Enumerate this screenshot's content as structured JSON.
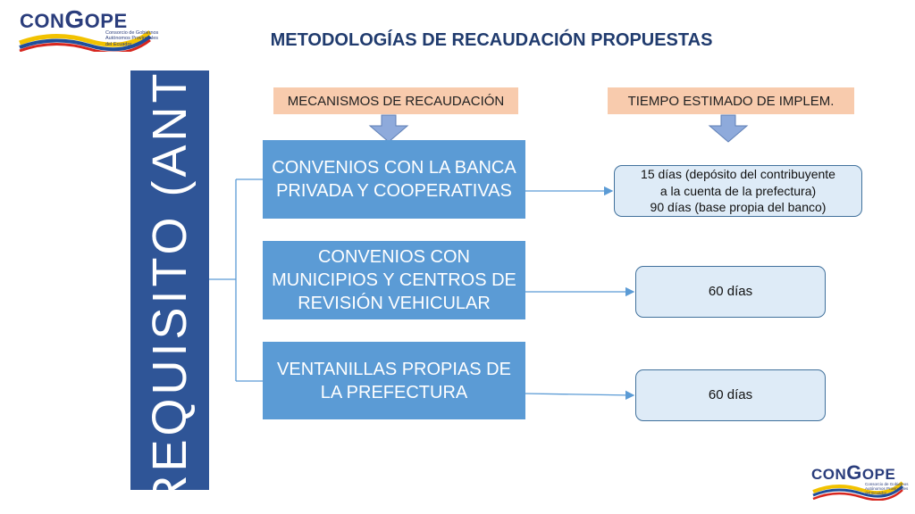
{
  "logo": {
    "name_left": "CON",
    "name_mid": "G",
    "name_right": "OPE",
    "subtitle_lines": [
      "Consorcio de Gobiernos",
      "Autónomos Provinciales",
      "del Ecuador"
    ]
  },
  "title": "METODOLOGÍAS DE RECAUDACIÓN PROPUESTAS",
  "side_label": "REQUISITO (ANT)",
  "headers": {
    "mechanisms": "MECANISMOS DE RECAUDACIÓN",
    "time": "TIEMPO ESTIMADO DE IMPLEM."
  },
  "mechanisms": [
    {
      "lines": [
        "CONVENIOS CON LA BANCA",
        "PRIVADA Y COOPERATIVAS"
      ]
    },
    {
      "lines": [
        "CONVENIOS CON",
        "MUNICIPIOS Y CENTROS DE",
        "REVISIÓN VEHICULAR"
      ]
    },
    {
      "lines": [
        "VENTANILLAS PROPIAS DE",
        "LA PREFECTURA"
      ]
    }
  ],
  "times": [
    {
      "lines": [
        "15 días (depósito del contribuyente",
        "a la cuenta de la prefectura)",
        "90 días (base propia del banco)"
      ]
    },
    {
      "lines": [
        "60 días"
      ]
    },
    {
      "lines": [
        "60  días"
      ]
    }
  ],
  "colors": {
    "title": "#203b6e",
    "side_bar": "#2f5597",
    "header_fill": "#f8cbad",
    "mechanism_fill": "#5b9bd5",
    "time_fill": "#deebf7",
    "time_border": "#41719c",
    "connector": "#5b9bd5",
    "down_arrow": "#8eaadb"
  }
}
